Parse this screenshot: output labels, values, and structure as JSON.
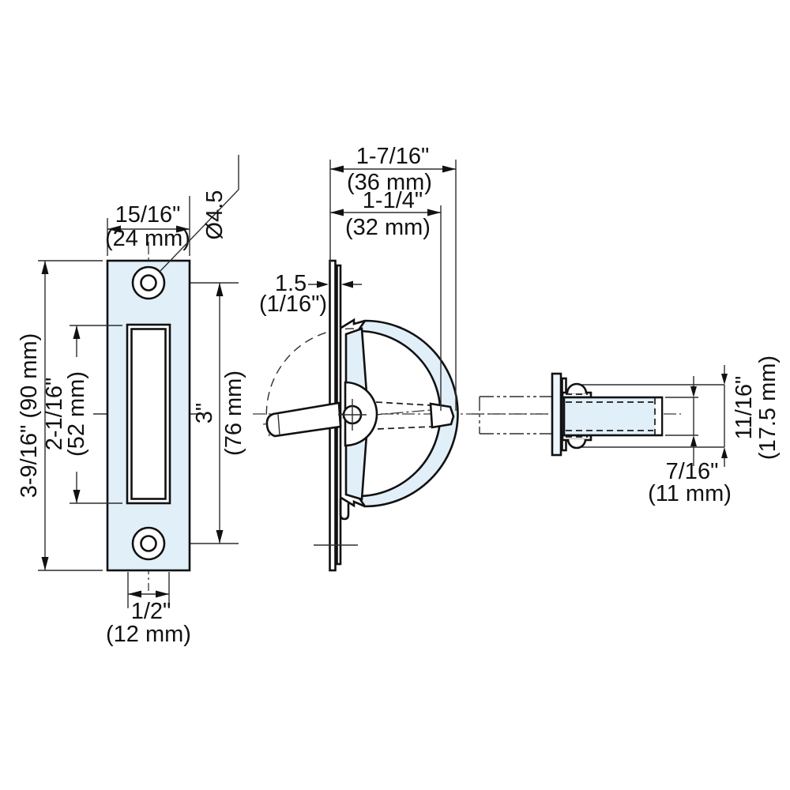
{
  "title": "flush-ring-pull-dimension-drawing",
  "colors": {
    "part_fill": "#e1eff9",
    "line": "#111111"
  },
  "front_view": {
    "width_in": "15/16\"",
    "width_mm": "(24 mm)",
    "hole_dia": "Ø4.5",
    "height_label": "3-9/16\" (90 mm)",
    "slot_height_in": "2-1/16\"",
    "slot_height_mm": "(52 mm)",
    "hole_spacing_in": "3\"",
    "hole_spacing_mm": "(76 mm)",
    "slot_width_in": "1/2\"",
    "slot_width_mm": "(12 mm)"
  },
  "side_view": {
    "overall_depth_in": "1-7/16\"",
    "overall_depth_mm": "(36 mm)",
    "recess_depth_in": "1-1/4\"",
    "recess_depth_mm": "(32 mm)",
    "plate_thickness_mm": "1.5",
    "plate_thickness_in": "(1/16\")"
  },
  "end_view": {
    "overall_height_in": "11/16\"",
    "overall_height_mm": "(17.5 mm)",
    "body_height_in": "7/16\"",
    "body_height_mm": "(11 mm)"
  }
}
